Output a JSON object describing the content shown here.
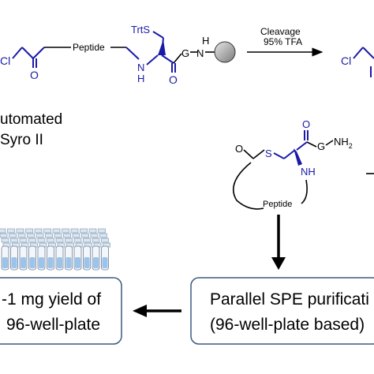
{
  "colors": {
    "chain": "#1a1aa8",
    "bond": "#000000",
    "resin": "#9a9a9a",
    "box_border": "#3c5a80",
    "plate_well": "#9cc3ea"
  },
  "reaction_top": {
    "cl": "Cl",
    "carbonyl_o": "O",
    "peptide": "Peptide",
    "trts": "TrtS",
    "nh": "N",
    "nh_h": "H",
    "amide_o": "O",
    "gly": "G",
    "resin_n": "N",
    "resin_h": "H",
    "arrow_above": "Cleavage",
    "arrow_below": "95% TFA",
    "product_cl": "Cl"
  },
  "synthesis_labels": {
    "line1": "utomated",
    "line2": "Syro II"
  },
  "cyclic_product": {
    "ring_o": "O",
    "s": "S",
    "carbonyl_o": "O",
    "gly": "G",
    "nh2": "NH",
    "nh2_sub": "2",
    "nh": "NH",
    "peptide": "Peptide"
  },
  "boxes": {
    "spe_line1": "Parallel SPE purificati",
    "spe_line2": "(96-well-plate based)",
    "yield_line1": "-1 mg yield of",
    "yield_line2": "96-well-plate"
  }
}
